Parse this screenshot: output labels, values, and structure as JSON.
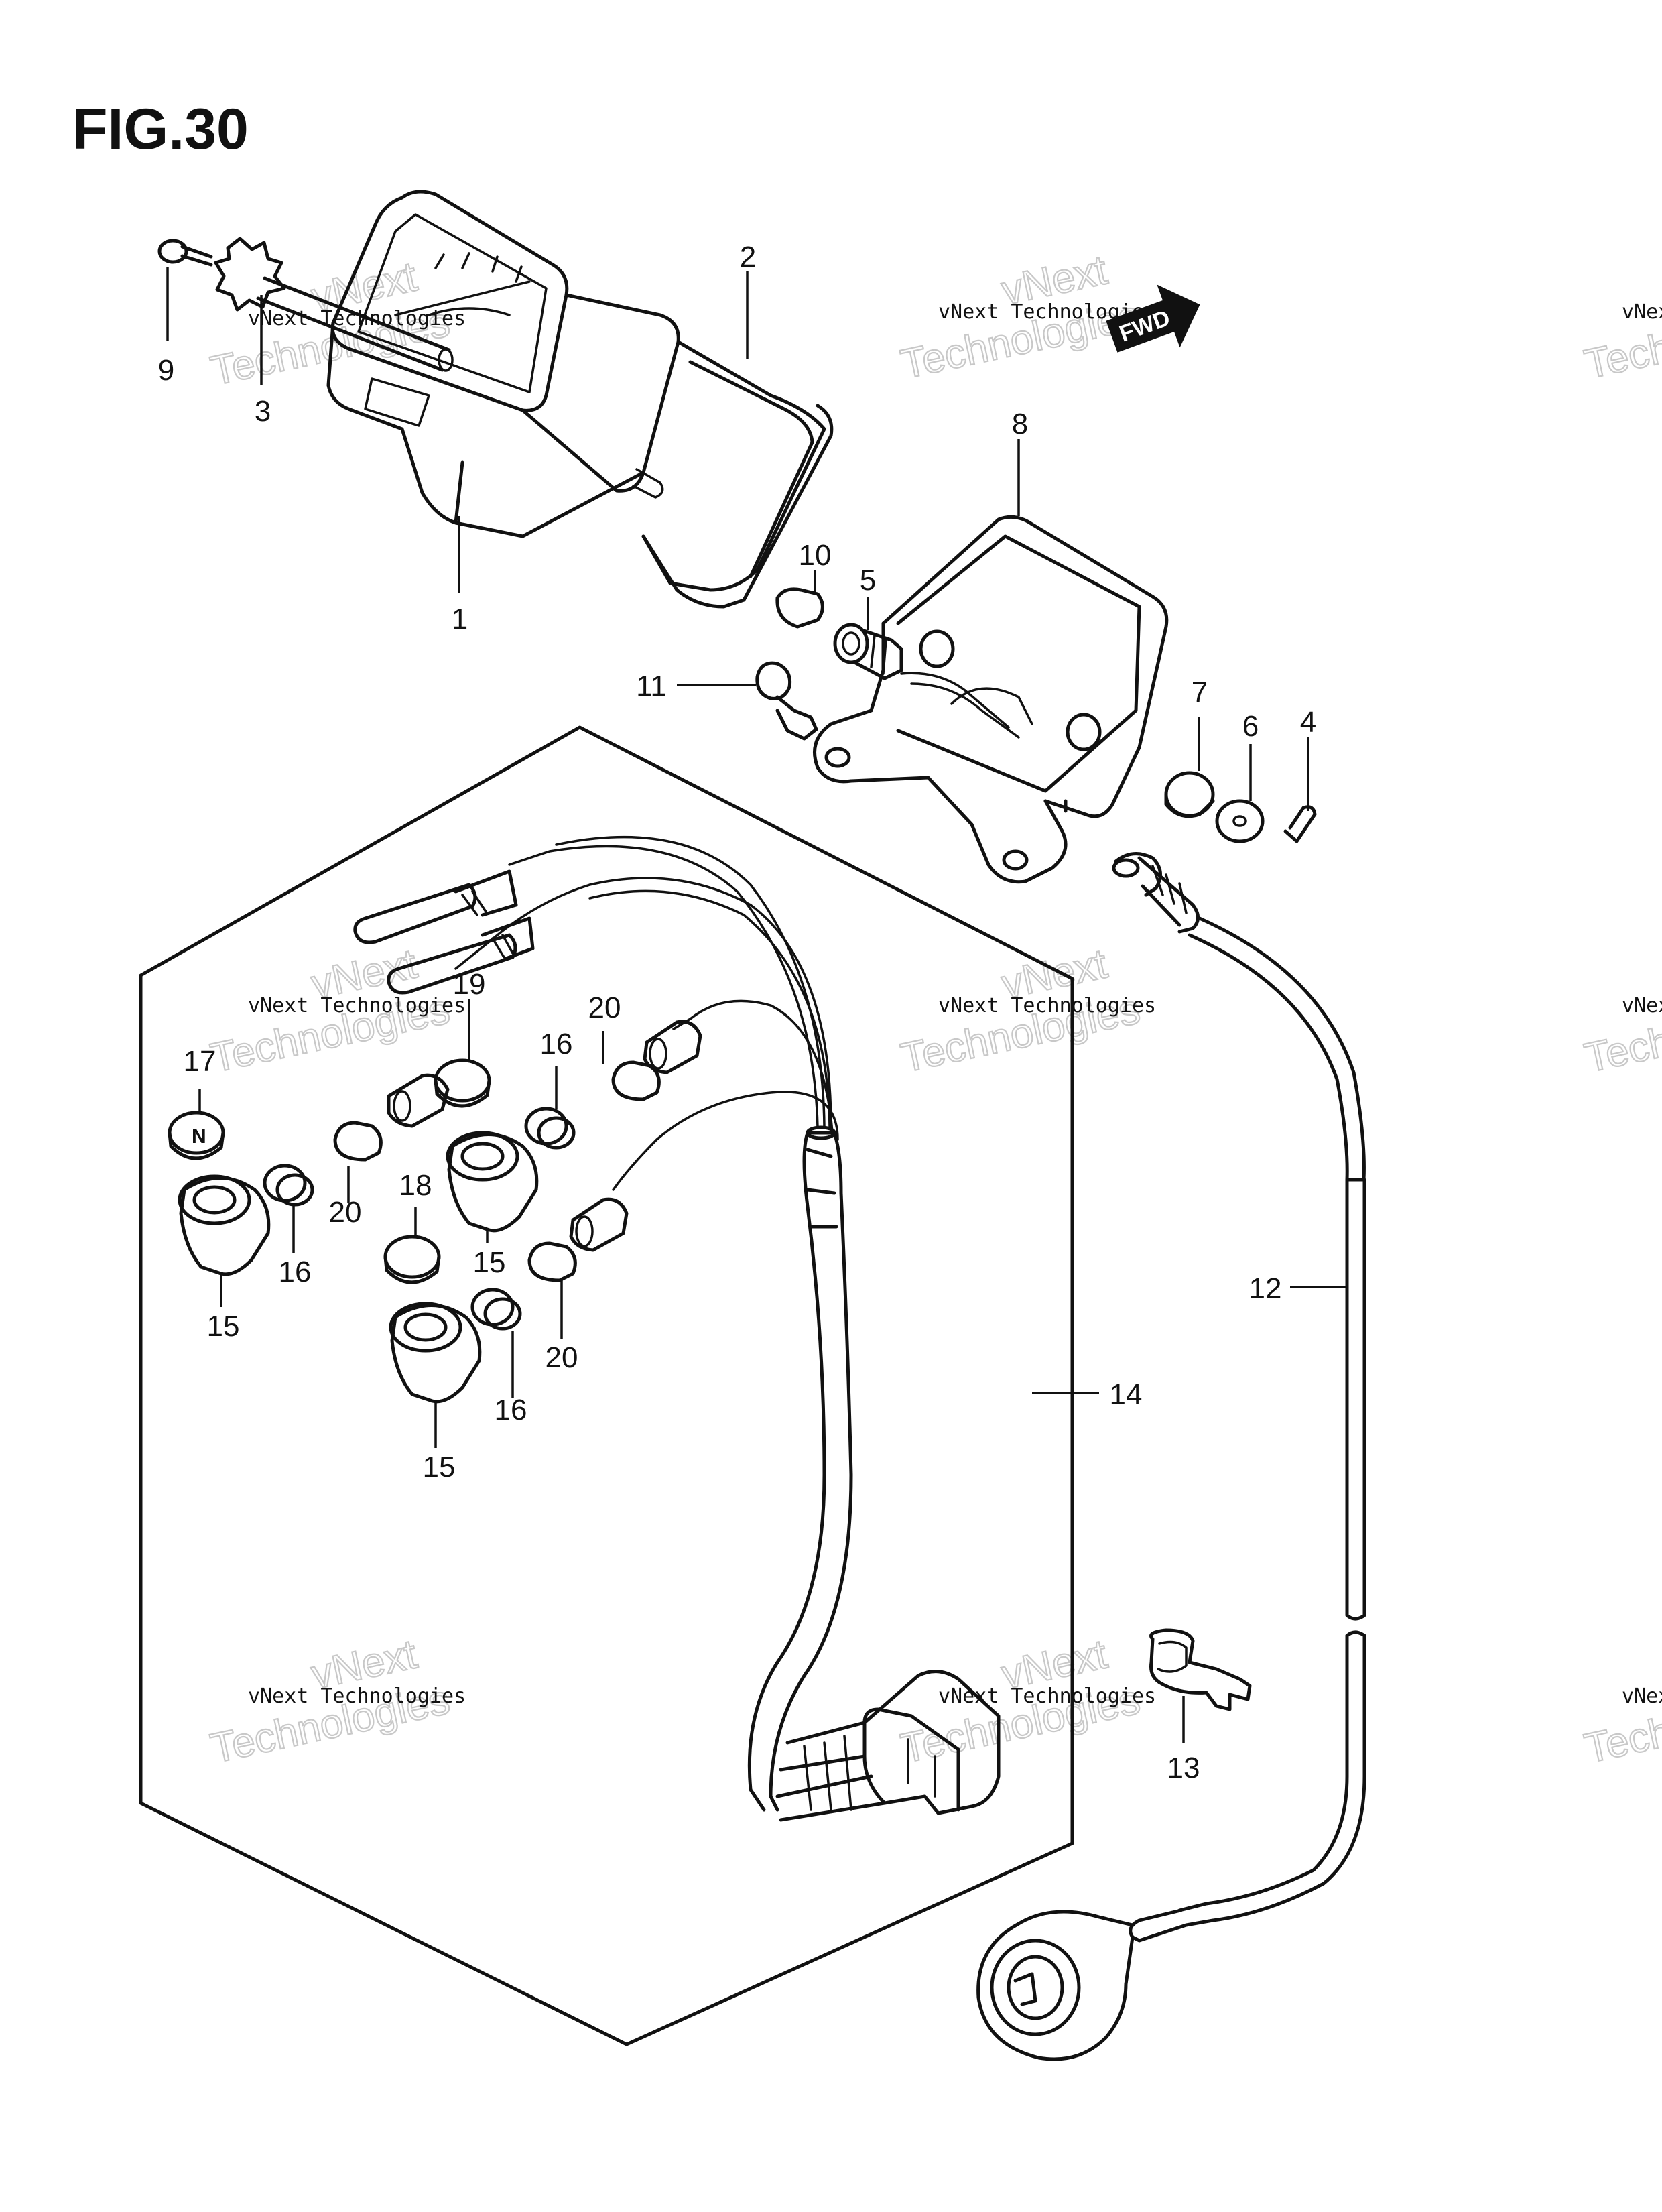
{
  "figure": {
    "title": "FIG.30",
    "direction_mark": "FWD",
    "watermark": {
      "line1": "vNext Technologies",
      "line2": "vNext",
      "line3": "Technologies"
    }
  },
  "callouts": [
    {
      "id": "c1",
      "label": "1"
    },
    {
      "id": "c2",
      "label": "2"
    },
    {
      "id": "c3",
      "label": "3"
    },
    {
      "id": "c4",
      "label": "4"
    },
    {
      "id": "c5",
      "label": "5"
    },
    {
      "id": "c6",
      "label": "6"
    },
    {
      "id": "c7",
      "label": "7"
    },
    {
      "id": "c8",
      "label": "8"
    },
    {
      "id": "c9",
      "label": "9"
    },
    {
      "id": "c10",
      "label": "10"
    },
    {
      "id": "c11",
      "label": "11"
    },
    {
      "id": "c12",
      "label": "12"
    },
    {
      "id": "c13",
      "label": "13"
    },
    {
      "id": "c14",
      "label": "14"
    },
    {
      "id": "c15a",
      "label": "15"
    },
    {
      "id": "c15b",
      "label": "15"
    },
    {
      "id": "c15c",
      "label": "15"
    },
    {
      "id": "c16a",
      "label": "16"
    },
    {
      "id": "c16b",
      "label": "16"
    },
    {
      "id": "c16c",
      "label": "16"
    },
    {
      "id": "c17",
      "label": "17"
    },
    {
      "id": "c18",
      "label": "18"
    },
    {
      "id": "c19",
      "label": "19"
    },
    {
      "id": "c20a",
      "label": "20"
    },
    {
      "id": "c20b",
      "label": "20"
    },
    {
      "id": "c20c",
      "label": "20"
    }
  ]
}
